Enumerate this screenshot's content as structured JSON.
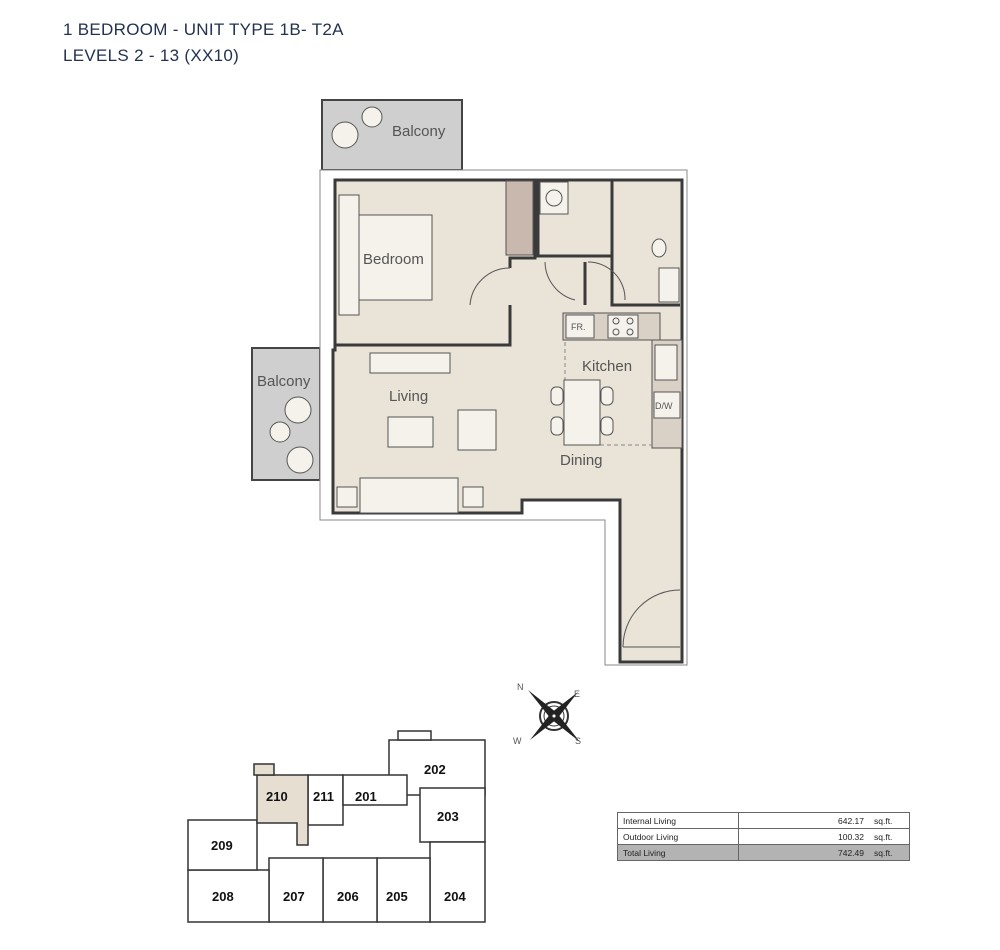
{
  "header": {
    "title": "1 BEDROOM - UNIT TYPE 1B- T2A",
    "subtitle": "LEVELS 2 - 13 (XX10)"
  },
  "plan": {
    "rooms": {
      "balcony_top": "Balcony",
      "balcony_left": "Balcony",
      "bedroom": "Bedroom",
      "living": "Living",
      "kitchen": "Kitchen",
      "dining": "Dining"
    },
    "appliances": {
      "fridge": "FR.",
      "dishwasher": "D/W"
    },
    "colors": {
      "floor": "#e9e3d8",
      "balcony": "#cfcfcf",
      "wall": "#3a3a3a",
      "highlight": "#e6dfd1"
    }
  },
  "compass": {
    "n": "N",
    "e": "E",
    "s": "S",
    "w": "W"
  },
  "key_plan": {
    "highlighted_unit": "210",
    "units": [
      "202",
      "203",
      "204",
      "205",
      "206",
      "207",
      "208",
      "209",
      "210",
      "211",
      "201"
    ]
  },
  "area_table": {
    "rows": [
      {
        "label": "Internal Living",
        "value": "642.17",
        "unit": "sq.ft."
      },
      {
        "label": "Outdoor Living",
        "value": "100.32",
        "unit": "sq.ft."
      },
      {
        "label": "Total Living",
        "value": "742.49",
        "unit": "sq.ft."
      }
    ]
  }
}
